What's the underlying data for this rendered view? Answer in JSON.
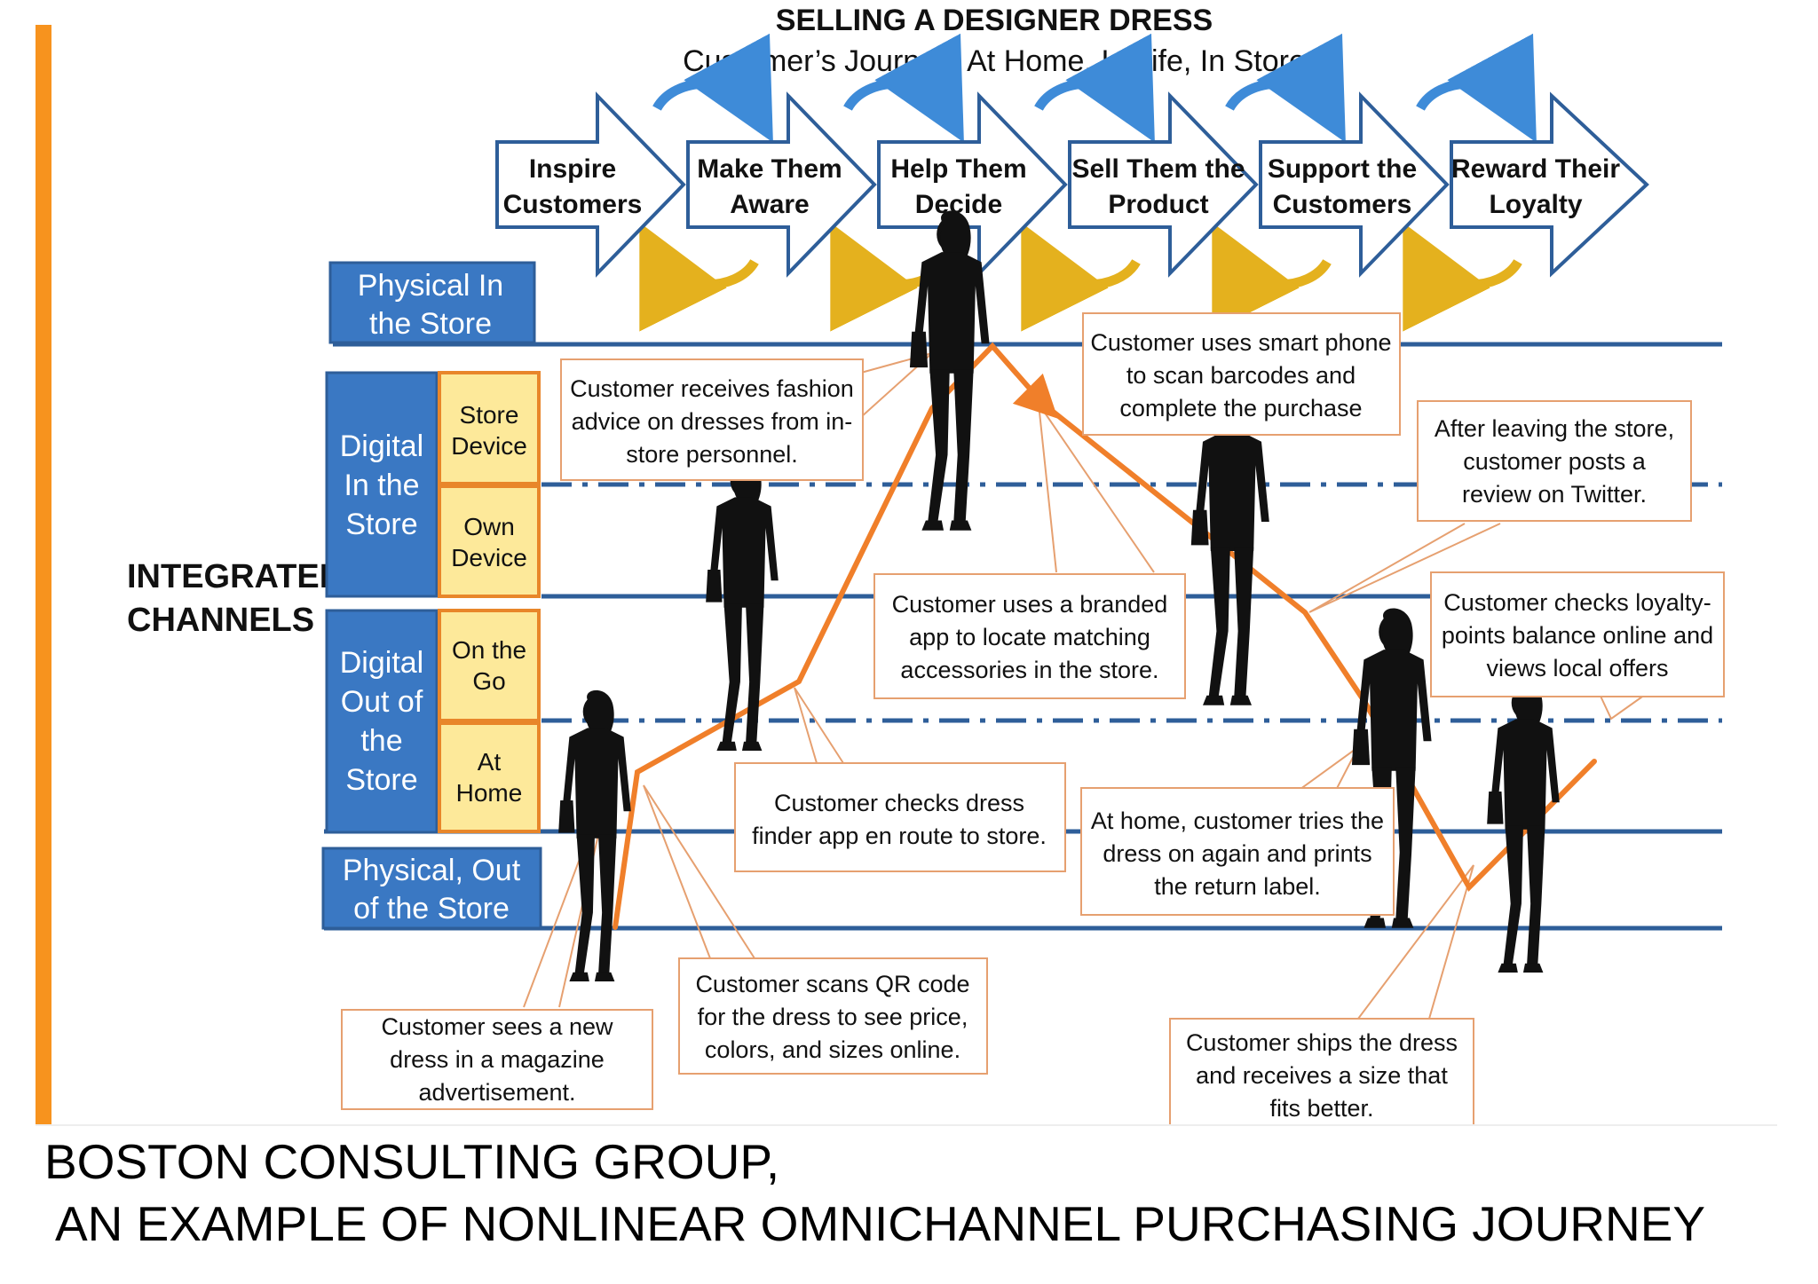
{
  "title": "SELLING A DESIGNER DRESS",
  "subtitle": "Customer’s Journey: At Home, In Life, In Store",
  "steps": [
    [
      "Inspire",
      "Customers"
    ],
    [
      "Make Them",
      "Aware"
    ],
    [
      "Help Them",
      "Decide"
    ],
    [
      "Sell Them the",
      "Product"
    ],
    [
      "Support the",
      "Customers"
    ],
    [
      "Reward Their",
      "Loyalty"
    ]
  ],
  "side_label": [
    "INTEGRATED",
    "CHANNELS"
  ],
  "channels": {
    "physical_in": [
      "Physical In",
      "the Store"
    ],
    "digital_in": [
      "Digital",
      "In the",
      "Store"
    ],
    "digital_out": [
      "Digital",
      "Out of",
      "the",
      "Store"
    ],
    "physical_out": [
      "Physical, Out",
      "of the Store"
    ],
    "store_device": [
      "Store",
      "Device"
    ],
    "own_device": [
      "Own",
      "Device"
    ],
    "on_the_go": [
      "On the",
      "Go"
    ],
    "at_home": [
      "At",
      "Home"
    ]
  },
  "callouts": {
    "magazine": [
      "Customer sees a new",
      "dress in a magazine",
      "advertisement."
    ],
    "qr": [
      "Customer scans QR code",
      "for the dress to see price,",
      "colors, and sizes online."
    ],
    "finder": [
      "Customer checks dress",
      "finder app en route to store."
    ],
    "advice": [
      "Customer receives fashion",
      "advice on dresses from in-",
      "store personnel."
    ],
    "branded_app": [
      "Customer uses a branded",
      "app to locate matching",
      "accessories in the store."
    ],
    "smartphone": [
      "Customer uses smart phone",
      "to scan barcodes and",
      "complete the purchase"
    ],
    "twitter": [
      "After leaving the store,",
      "customer posts a",
      "review on Twitter."
    ],
    "tries": [
      "At home, customer tries the",
      "dress on again and prints",
      "the return label."
    ],
    "ships": [
      "Customer ships the dress",
      "and receives a size that",
      "fits better."
    ],
    "loyalty": [
      "Customer checks loyalty-",
      "points balance online and",
      "views local offers"
    ]
  },
  "footer": [
    "BOSTON CONSULTING GROUP,",
    "AN EXAMPLE OF NONLINEAR OMNICHANNEL PURCHASING JOURNEY"
  ],
  "colors": {
    "accent_bar": "#F7931E",
    "lane_blue": "#3A78C3",
    "lane_line": "#2E5E99",
    "channel_yellow": "#FDE99A",
    "channel_border": "#E8862A",
    "path_orange": "#F07F2A",
    "callout_border": "#E6A070",
    "cycle_blue": "#3E8BD8",
    "cycle_gold": "#E4B11E"
  }
}
